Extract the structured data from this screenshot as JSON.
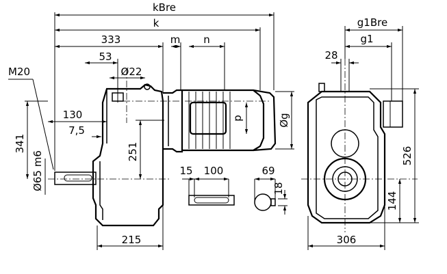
{
  "drawing": {
    "dimensions": {
      "kBre": "kBre",
      "k": "k",
      "d333": "333",
      "m": "m",
      "n": "n",
      "d53": "53",
      "d22": "Ø22",
      "M20": "M20",
      "d130": "130",
      "d7_5": "7,5",
      "d341": "341",
      "d65m6": "Ø65 m6",
      "d251": "251",
      "p": "p",
      "g": "Øg",
      "d215": "215",
      "d15": "15",
      "d100": "100",
      "d69": "69",
      "d18": "18",
      "g1Bre": "g1Bre",
      "g1": "g1",
      "d28": "28",
      "d526": "526",
      "d144": "144",
      "d306": "306"
    }
  }
}
